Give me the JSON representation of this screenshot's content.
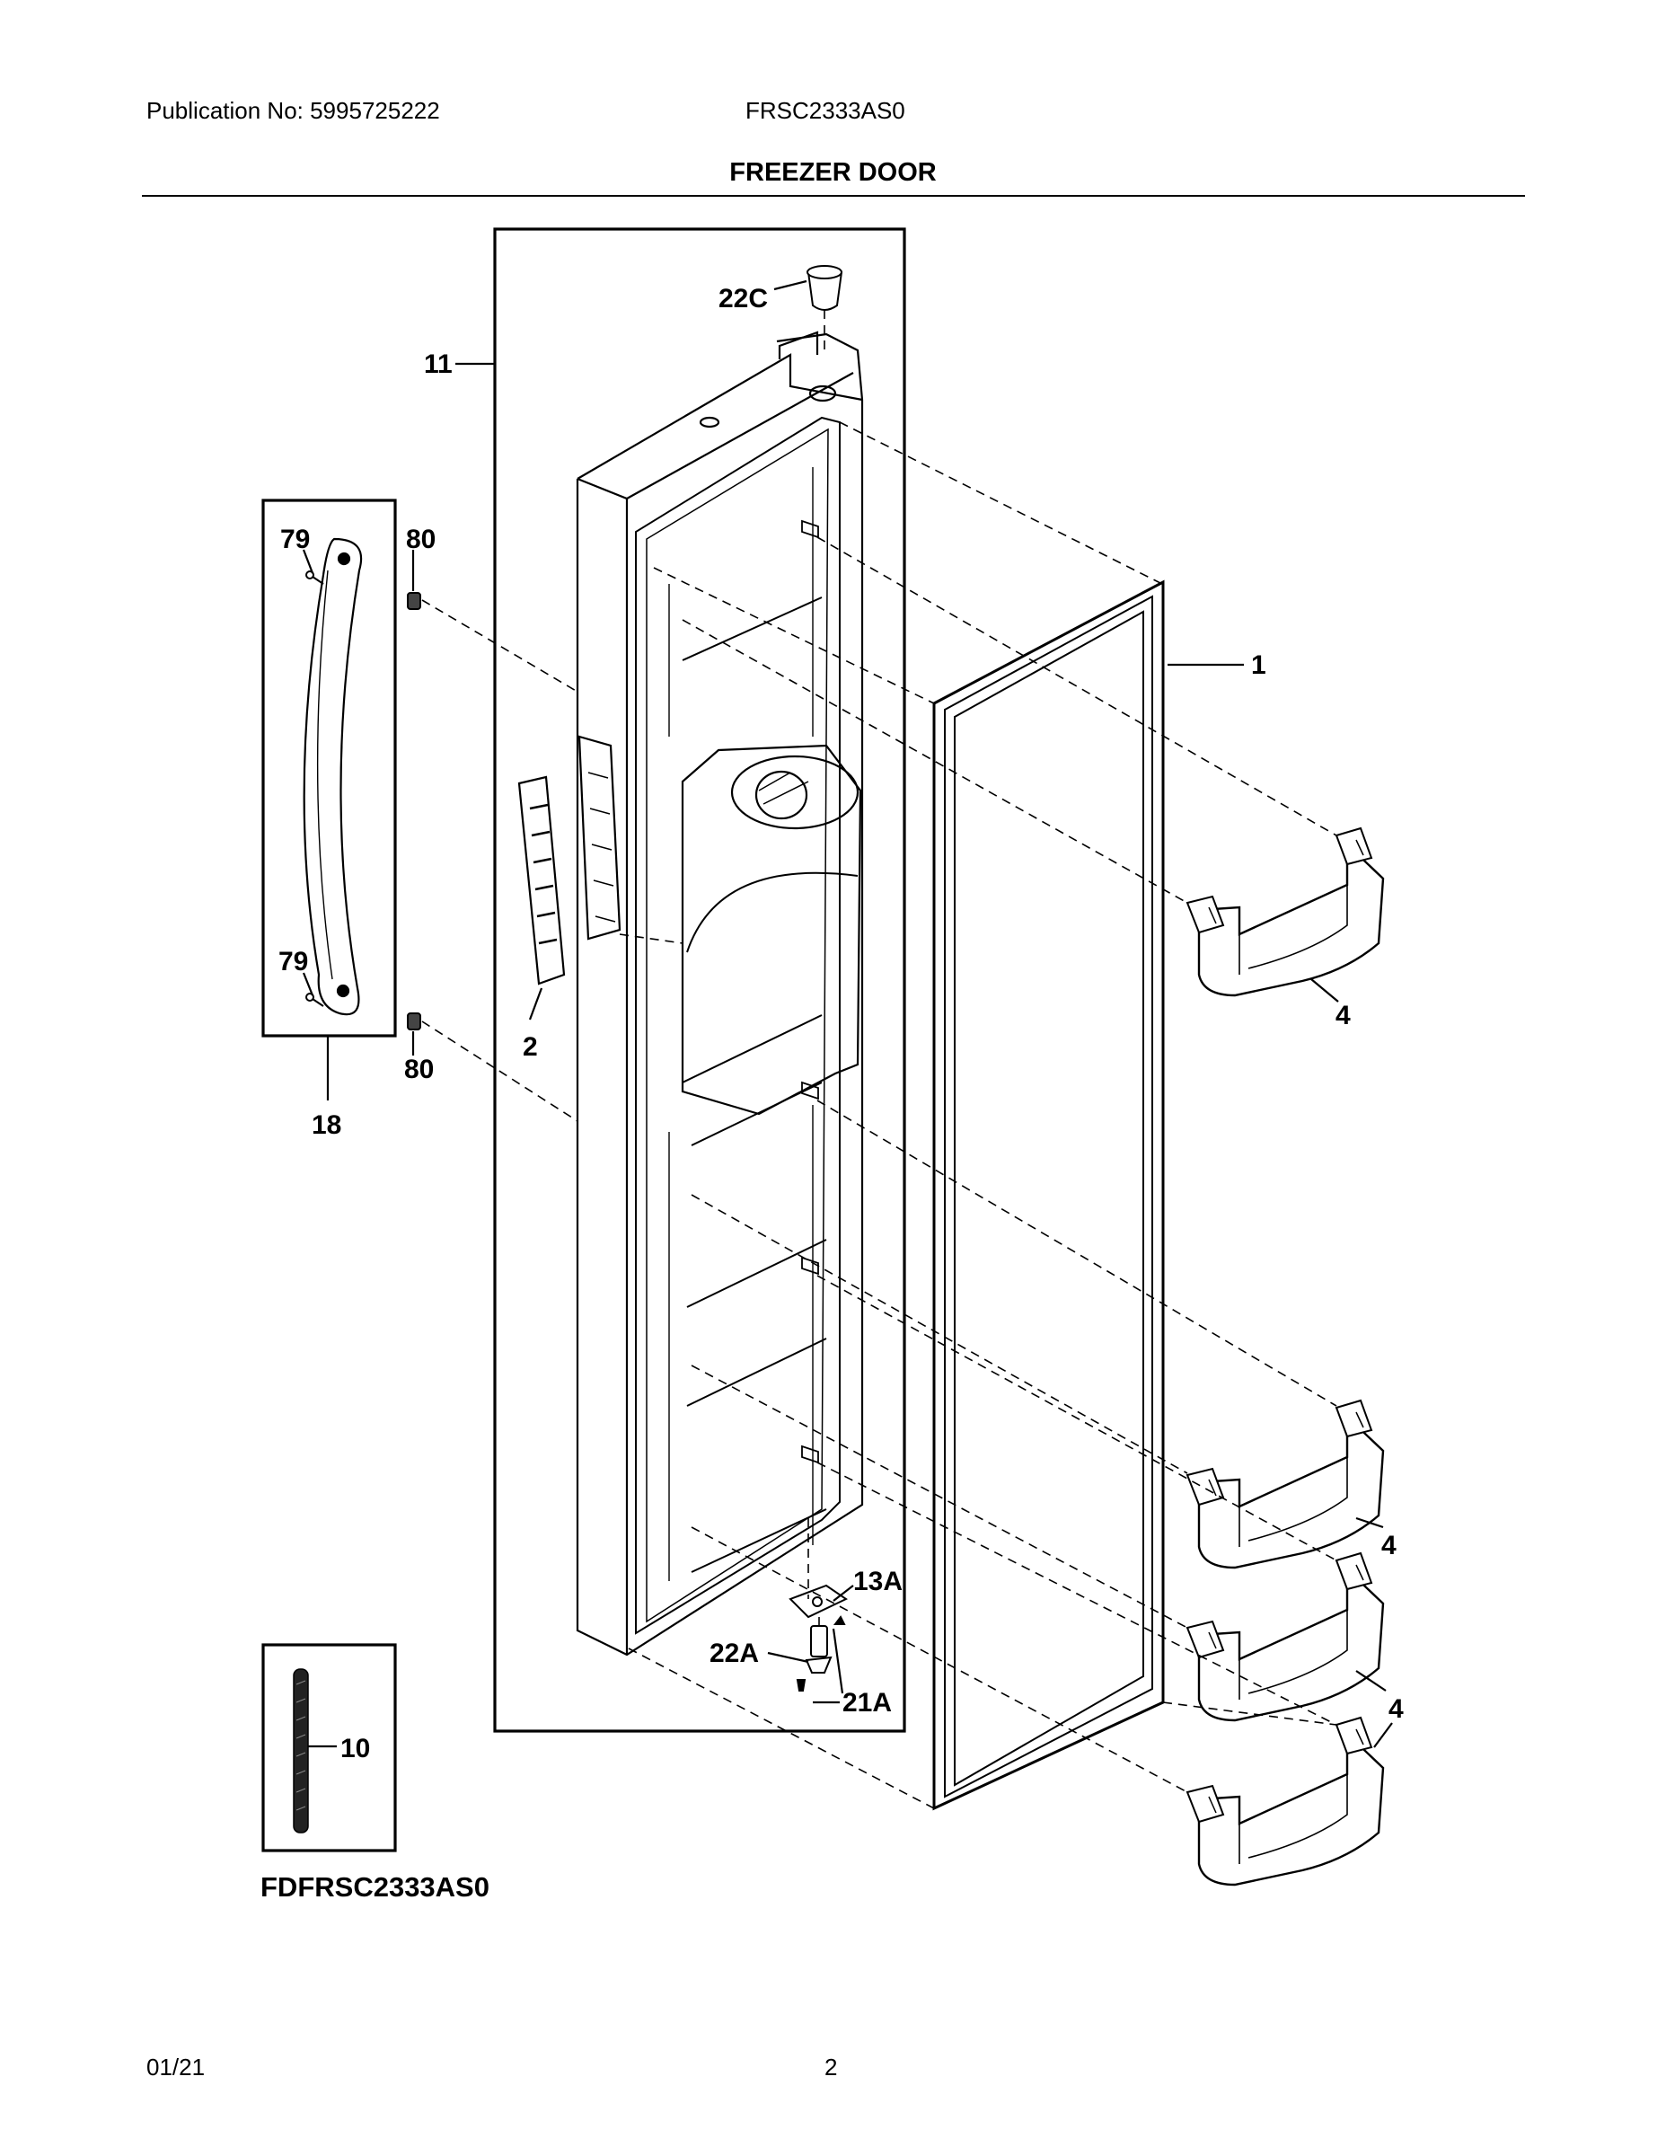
{
  "header": {
    "publication": "Publication No: 5995725222",
    "model": "FRSC2333AS0",
    "section_title": "FREEZER DOOR"
  },
  "callouts": {
    "c22C": "22C",
    "c11": "11",
    "c79a": "79",
    "c80a": "80",
    "c1": "1",
    "c2": "2",
    "c79b": "79",
    "c80b": "80",
    "c18": "18",
    "c4a": "4",
    "c13A": "13A",
    "c22A": "22A",
    "c21A": "21A",
    "c4b": "4",
    "c4c": "4",
    "c10": "10"
  },
  "kit_label": "FDFRSC2333AS0",
  "footer": {
    "date": "01/21",
    "page": "2"
  }
}
